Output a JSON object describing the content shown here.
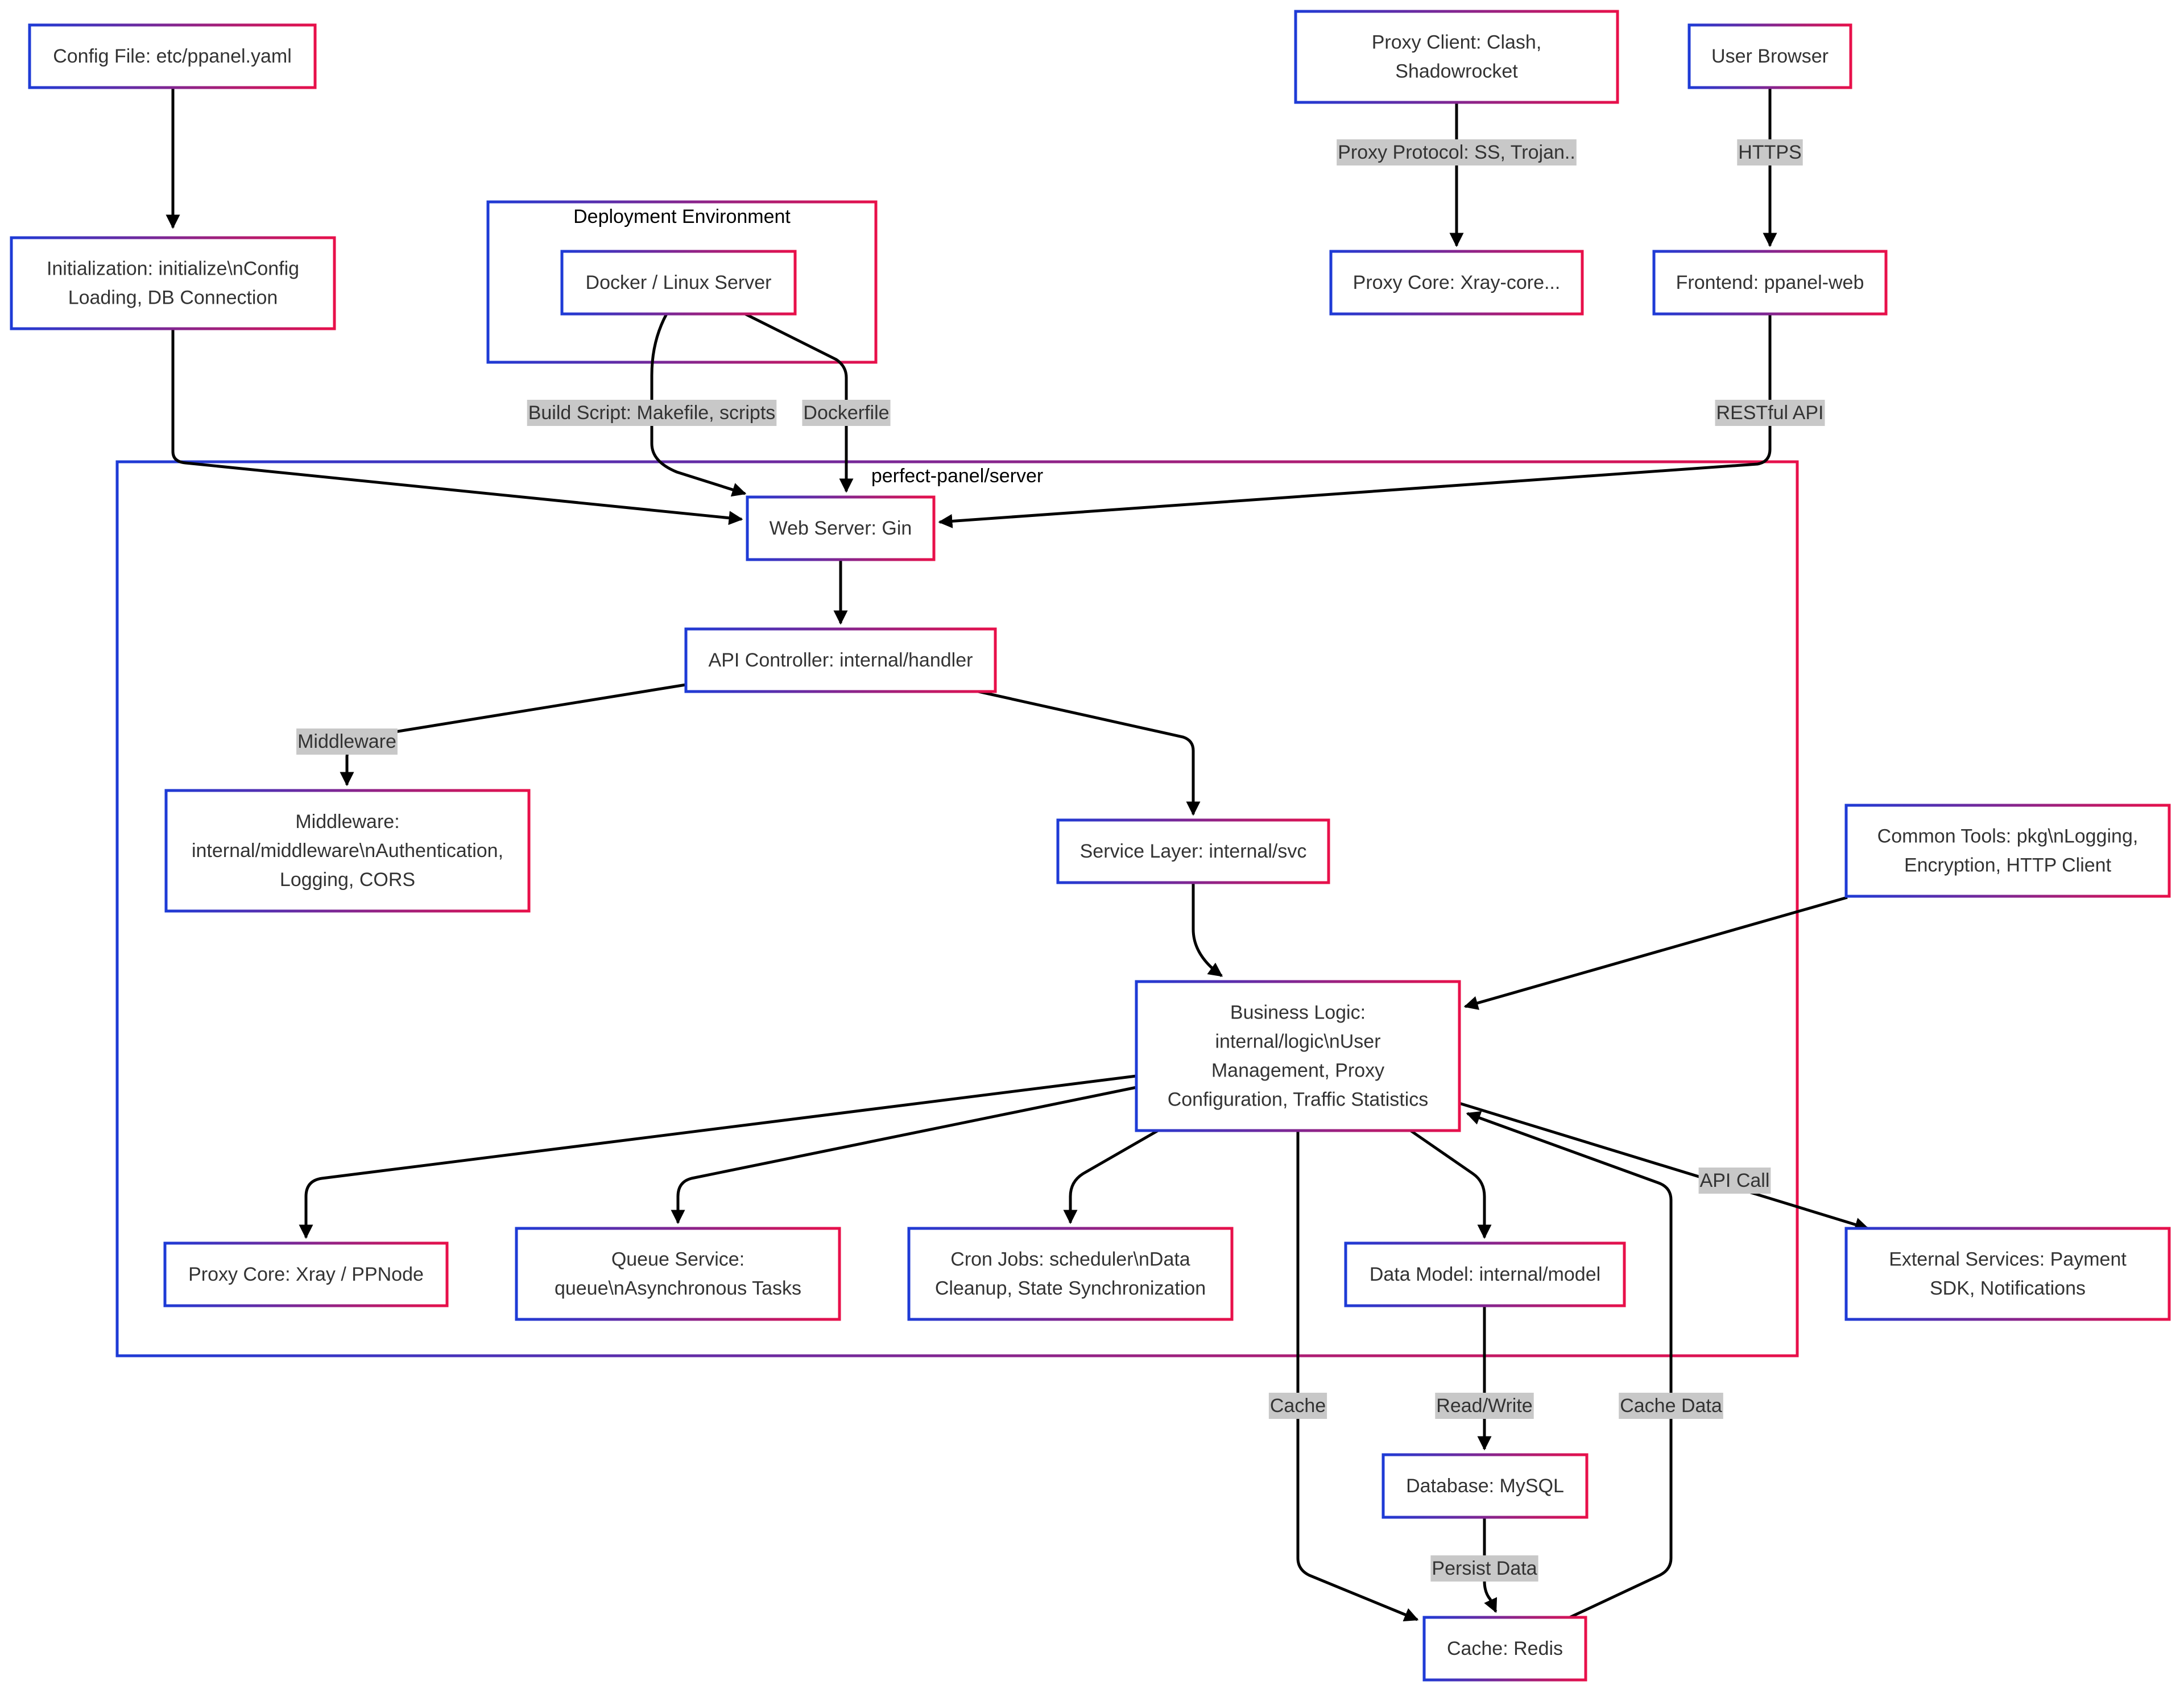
{
  "colors": {
    "border_start": "#1e3bd6",
    "border_end": "#e8104a",
    "edge": "#000000",
    "label_bg": "#c8c8c8",
    "text": "#333333"
  },
  "groups": {
    "deployment": "Deployment Environment",
    "server": "perfect-panel/server"
  },
  "nodes": {
    "config_file": [
      "Config File: etc/ppanel.yaml"
    ],
    "initialization": [
      "Initialization: initialize\\nConfig",
      "Loading, DB Connection"
    ],
    "docker": [
      "Docker / Linux Server"
    ],
    "proxy_client": [
      "Proxy Client: Clash,",
      "Shadowrocket"
    ],
    "user_browser": [
      "User Browser"
    ],
    "proxy_core_xray": [
      "Proxy Core: Xray-core..."
    ],
    "frontend": [
      "Frontend: ppanel-web"
    ],
    "web_server": [
      "Web Server: Gin"
    ],
    "api_controller": [
      "API Controller: internal/handler"
    ],
    "middleware": [
      "Middleware:",
      "internal/middleware\\nAuthentication,",
      "Logging, CORS"
    ],
    "service_layer": [
      "Service Layer: internal/svc"
    ],
    "common_tools": [
      "Common Tools: pkg\\nLogging,",
      "Encryption, HTTP Client"
    ],
    "business_logic": [
      "Business Logic:",
      "internal/logic\\nUser",
      "Management, Proxy",
      "Configuration, Traffic Statistics"
    ],
    "proxy_core_ppnode": [
      "Proxy Core: Xray / PPNode"
    ],
    "queue_service": [
      "Queue Service:",
      "queue\\nAsynchronous Tasks"
    ],
    "cron_jobs": [
      "Cron Jobs: scheduler\\nData",
      "Cleanup, State Synchronization"
    ],
    "data_model": [
      "Data Model: internal/model"
    ],
    "external_services": [
      "External Services: Payment",
      "SDK, Notifications"
    ],
    "database": [
      "Database: MySQL"
    ],
    "cache": [
      "Cache: Redis"
    ]
  },
  "edge_labels": {
    "proxy_protocol": "Proxy Protocol: SS, Trojan..",
    "https": "HTTPS",
    "build_script": "Build Script: Makefile, scripts",
    "dockerfile": "Dockerfile",
    "restful_api": "RESTful API",
    "middleware": "Middleware",
    "api_call": "API Call",
    "cache": "Cache",
    "read_write": "Read/Write",
    "cache_data": "Cache Data",
    "persist_data": "Persist Data"
  }
}
